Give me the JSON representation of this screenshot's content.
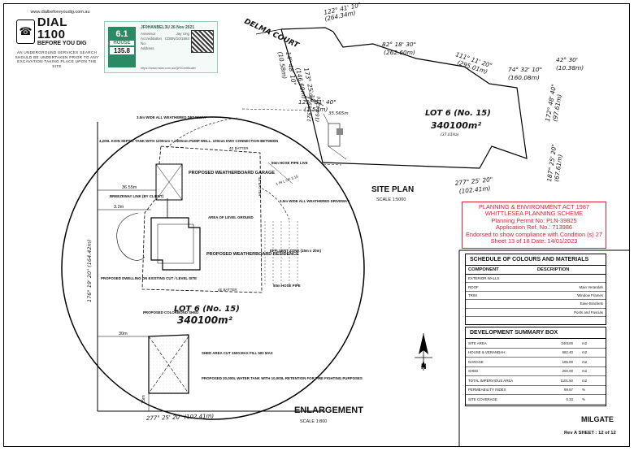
{
  "dbyd": {
    "url": "www.dialbeforeyoudig.com.au",
    "brand": "DIAL 1100",
    "tagline": "BEFORE YOU DIG",
    "warning": "AN UNDERGROUND SERVICES SEARCH SHOULD BE UNDERTAKEN PRIOR TO ANY EXCAVATION TAKING PLACE UPON THE SITE"
  },
  "energy_rating": {
    "header": "JF0HANBEL3U 26 Nov 2021",
    "stars": "6.1",
    "house_label": "HOUSE",
    "mj_value": "135.8",
    "rows": [
      {
        "k": "Assessor",
        "v": "Jay Ung"
      },
      {
        "k": "Accreditation No.",
        "v": "CDBN/10/1884"
      },
      {
        "k": "Address",
        "v": ""
      }
    ],
    "link": "https://www.hstar.com.au/QR/Certificate/"
  },
  "plan": {
    "street_name": "DELMA COURT",
    "lot_label": "LOT 6 (No. 15)",
    "lot_area": "340100m²",
    "lot_area_small": "(37.01Ha)",
    "enl_lot_label": "LOT 6 (No. 15)",
    "enl_lot_area": "340100m²",
    "site_plan_title": "SITE PLAN",
    "site_plan_scale": "SCALE 1:5000",
    "enlargement_title": "ENLARGEMENT",
    "enlargement_scale": "SCALE 1:800",
    "bearings": [
      "122° 41' 10\"",
      "(264.34m)",
      "82° 18' 30\"",
      "(262.60m)",
      "111° 11' 20\"",
      "(295.01m)",
      "74° 32' 10\"",
      "(160.08m)",
      "42° 30'",
      "(10.38m)",
      "172° 48' 40\"",
      "(97.61m)",
      "187° 25' 20\"",
      "(67.61m)",
      "277° 25' 20\"",
      "(102.41m)",
      "14° 48' 10\"",
      "(10.58m)",
      "173° 25' 10\"",
      "(146.69m)",
      "121° 51' 40\"",
      "(1.54m)",
      "176° 19' 20\"",
      "(164.42m)",
      "35.565m"
    ],
    "enl_bearings": {
      "left": "176° 19' 20\" (164.42m)",
      "bottom": "277° 25' 20\" (102.41m)"
    },
    "notes": {
      "driveway_top": "3.5m WIDE ALL WEATHERED DRIVEWAY",
      "septic": "4,200L KOIN SEPTIC TANK WITH 1200mm × 2400mm PUMP WELL. 100mm DWV CONNECTION BETWEEN",
      "garage": "PROPOSED WEATHERBOARD GARAGE",
      "breezeway": "BREEZEWAY LINK (BY CLIENT)",
      "level_ground": "AREA OF LEVEL GROUND",
      "residence": "PROPOSED WEATHERBOARD RESIDENCE",
      "batter_top": "4E BATTER",
      "batter_side": "4E BATTER",
      "batter_bottom": "4E BATTER",
      "hose_pipe": "50m HOSE PIPE LIVE",
      "fall": "1 IN L OF 1:15",
      "driveway_right": "3.5m WIDE ALL WEATHERED DRIVEWAY",
      "effluent": "EFFLUENT ZONE (15m x 20m)",
      "hose_pipe_bottom": "50m HOSE PIPE",
      "dwelling_cut": "PROPOSED DWELLING ON EXISTING CUT / LEVEL SITE",
      "shed": "PROPOSED COLORBOND SHED",
      "shed_area": "SHED AREA CUT 1500 MAX FILL 500 MAX",
      "water_tank": "PROPOSED 20,000L WATER TANK WITH 10,000L RETENTION FOR FIRE FIGHTING PURPOSES",
      "dim_36": "36.55m",
      "dim_3": "3.2m",
      "dim_30": "30m",
      "dim_15": "15m"
    }
  },
  "stamp": {
    "lines": [
      "PLANNING & ENVIRONMENT ACT 1987",
      "WHITTLESEA PLANNING SCHEME",
      "Planning Permit No: PLN-39825",
      "Application Ref. No.: 713986",
      "Endorsed to show compliance with Condition (s) 27",
      "Sheet 13 of 18   Date: 14/01/2023"
    ]
  },
  "colours_schedule": {
    "title": "SCHEDULE OF COLOURS AND MATERIALS",
    "headers": [
      "COMPONENT",
      "DESCRIPTION"
    ],
    "rows": [
      {
        "component": "EXTERIOR WALLS",
        "item": ""
      },
      {
        "component": "ROOF",
        "item": "Main Verandah"
      },
      {
        "component": "TRIM",
        "item": "Window Frames"
      },
      {
        "component": "",
        "item": "Eave Brackets"
      },
      {
        "component": "",
        "item": "Posts and Fascias"
      }
    ]
  },
  "development_summary": {
    "title": "DEVELOPMENT SUMMARY BOX",
    "rows": [
      {
        "label": "SITE AREA",
        "value": "340100",
        "unit": "m2"
      },
      {
        "label": "HOUSE & VERANDAH",
        "value": "682.40",
        "unit": "m2"
      },
      {
        "label": "GARAGE",
        "value": "185.00",
        "unit": "m2"
      },
      {
        "label": "SHED",
        "value": "200.00",
        "unit": "m2"
      },
      {
        "label": "TOTAL IMPERVIOUS AREA",
        "value": "1101.50",
        "unit": "m2"
      },
      {
        "label": "PERMEABILITY INDEX",
        "value": "99.67",
        "unit": "%"
      },
      {
        "label": "SITE COVERAGE",
        "value": "0.33",
        "unit": "%"
      }
    ]
  },
  "title_block": {
    "project": "MILGATE",
    "sheet": "Rev A   SHEET : 12 of 12"
  },
  "north_label": "N"
}
